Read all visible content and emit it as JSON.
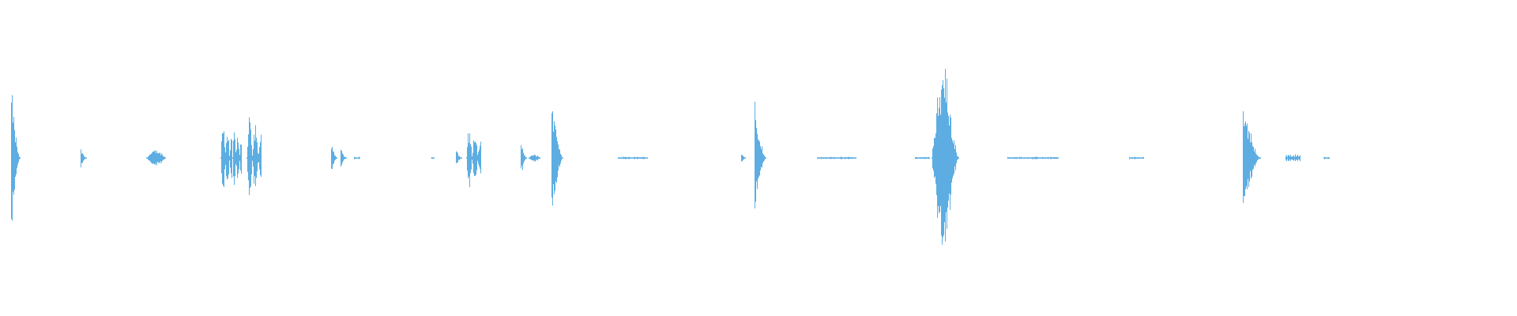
{
  "waveform": {
    "color": "#5dade2",
    "background": "#ffffff",
    "amplitude_scale": 1.0,
    "segments": [
      {
        "t": 0.0,
        "amp": 0.55,
        "dur": 0.006,
        "shape": "spike"
      },
      {
        "t": 0.046,
        "amp": 0.07,
        "dur": 0.004,
        "shape": "spike"
      },
      {
        "t": 0.089,
        "amp": 0.06,
        "dur": 0.013,
        "shape": "blob"
      },
      {
        "t": 0.138,
        "amp": 0.35,
        "dur": 0.008,
        "shape": "cluster"
      },
      {
        "t": 0.146,
        "amp": 0.25,
        "dur": 0.006,
        "shape": "cluster"
      },
      {
        "t": 0.155,
        "amp": 0.33,
        "dur": 0.01,
        "shape": "cluster"
      },
      {
        "t": 0.211,
        "amp": 0.14,
        "dur": 0.004,
        "shape": "spike"
      },
      {
        "t": 0.217,
        "amp": 0.07,
        "dur": 0.004,
        "shape": "spike"
      },
      {
        "t": 0.226,
        "amp": 0.01,
        "dur": 0.004,
        "shape": "noise"
      },
      {
        "t": 0.277,
        "amp": 0.01,
        "dur": 0.002,
        "shape": "noise"
      },
      {
        "t": 0.293,
        "amp": 0.07,
        "dur": 0.004,
        "shape": "spike"
      },
      {
        "t": 0.3,
        "amp": 0.25,
        "dur": 0.01,
        "shape": "cluster"
      },
      {
        "t": 0.336,
        "amp": 0.15,
        "dur": 0.004,
        "shape": "spike"
      },
      {
        "t": 0.341,
        "amp": 0.03,
        "dur": 0.008,
        "shape": "blob"
      },
      {
        "t": 0.356,
        "amp": 0.5,
        "dur": 0.008,
        "shape": "spike"
      },
      {
        "t": 0.4,
        "amp": 0.01,
        "dur": 0.02,
        "shape": "noise"
      },
      {
        "t": 0.481,
        "amp": 0.05,
        "dur": 0.003,
        "shape": "spike"
      },
      {
        "t": 0.49,
        "amp": 0.48,
        "dur": 0.008,
        "shape": "spike"
      },
      {
        "t": 0.531,
        "amp": 0.01,
        "dur": 0.026,
        "shape": "noise"
      },
      {
        "t": 0.596,
        "amp": 0.01,
        "dur": 0.01,
        "shape": "noise"
      },
      {
        "t": 0.607,
        "amp": 0.8,
        "dur": 0.018,
        "shape": "burst"
      },
      {
        "t": 0.657,
        "amp": 0.01,
        "dur": 0.034,
        "shape": "noise"
      },
      {
        "t": 0.737,
        "amp": 0.01,
        "dur": 0.01,
        "shape": "noise"
      },
      {
        "t": 0.812,
        "amp": 0.46,
        "dur": 0.012,
        "shape": "spike"
      },
      {
        "t": 0.84,
        "amp": 0.03,
        "dur": 0.01,
        "shape": "noise"
      },
      {
        "t": 0.865,
        "amp": 0.01,
        "dur": 0.004,
        "shape": "noise"
      }
    ]
  }
}
